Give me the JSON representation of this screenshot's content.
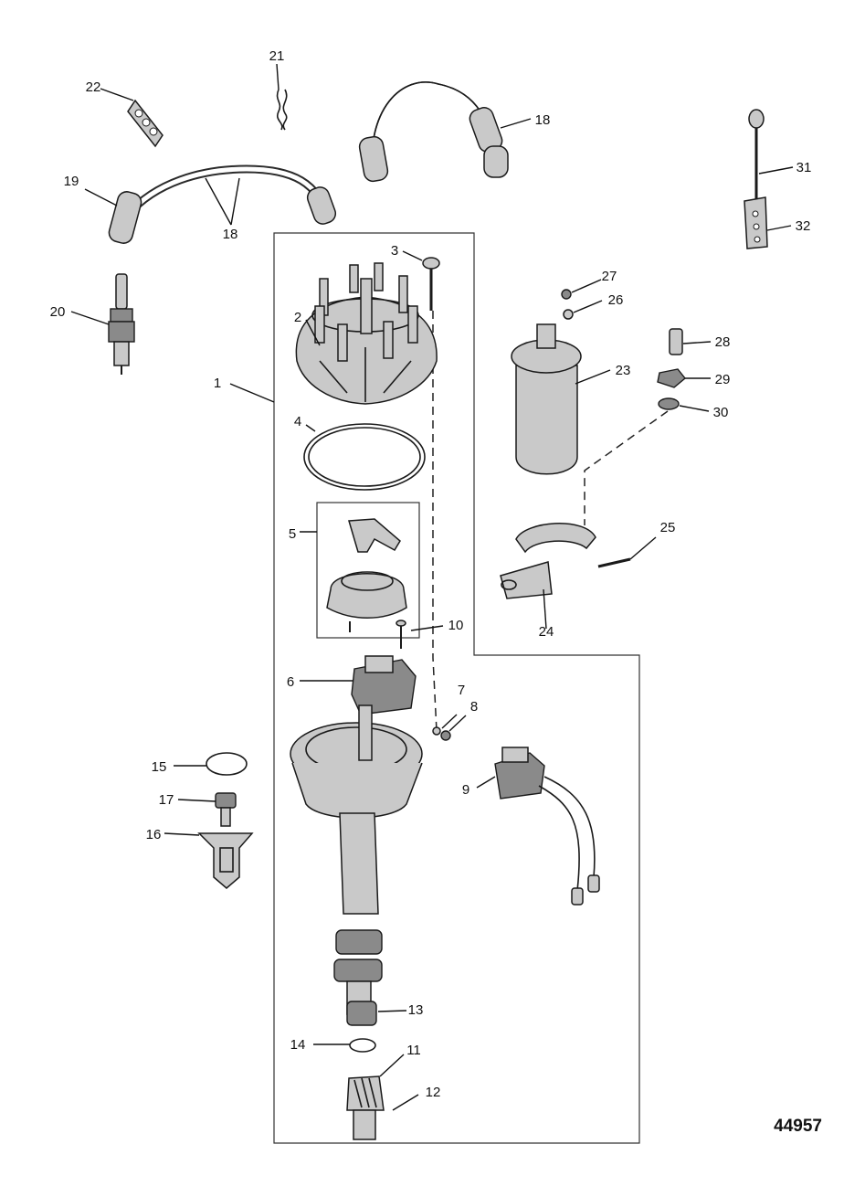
{
  "figure_number": "44957",
  "callouts": [
    {
      "id": "1",
      "text": "1"
    },
    {
      "id": "2",
      "text": "2"
    },
    {
      "id": "3",
      "text": "3"
    },
    {
      "id": "4",
      "text": "4"
    },
    {
      "id": "5",
      "text": "5"
    },
    {
      "id": "6",
      "text": "6"
    },
    {
      "id": "7",
      "text": "7"
    },
    {
      "id": "8",
      "text": "8"
    },
    {
      "id": "9",
      "text": "9"
    },
    {
      "id": "10",
      "text": "10"
    },
    {
      "id": "11",
      "text": "11"
    },
    {
      "id": "12",
      "text": "12"
    },
    {
      "id": "13",
      "text": "13"
    },
    {
      "id": "14",
      "text": "14"
    },
    {
      "id": "15",
      "text": "15"
    },
    {
      "id": "16",
      "text": "16"
    },
    {
      "id": "17",
      "text": "17"
    },
    {
      "id": "18a",
      "text": "18"
    },
    {
      "id": "18b",
      "text": "18"
    },
    {
      "id": "19",
      "text": "19"
    },
    {
      "id": "20",
      "text": "20"
    },
    {
      "id": "21",
      "text": "21"
    },
    {
      "id": "22",
      "text": "22"
    },
    {
      "id": "23",
      "text": "23"
    },
    {
      "id": "24",
      "text": "24"
    },
    {
      "id": "25",
      "text": "25"
    },
    {
      "id": "26",
      "text": "26"
    },
    {
      "id": "27",
      "text": "27"
    },
    {
      "id": "28",
      "text": "28"
    },
    {
      "id": "29",
      "text": "29"
    },
    {
      "id": "30",
      "text": "30"
    },
    {
      "id": "31",
      "text": "31"
    },
    {
      "id": "32",
      "text": "32"
    }
  ]
}
